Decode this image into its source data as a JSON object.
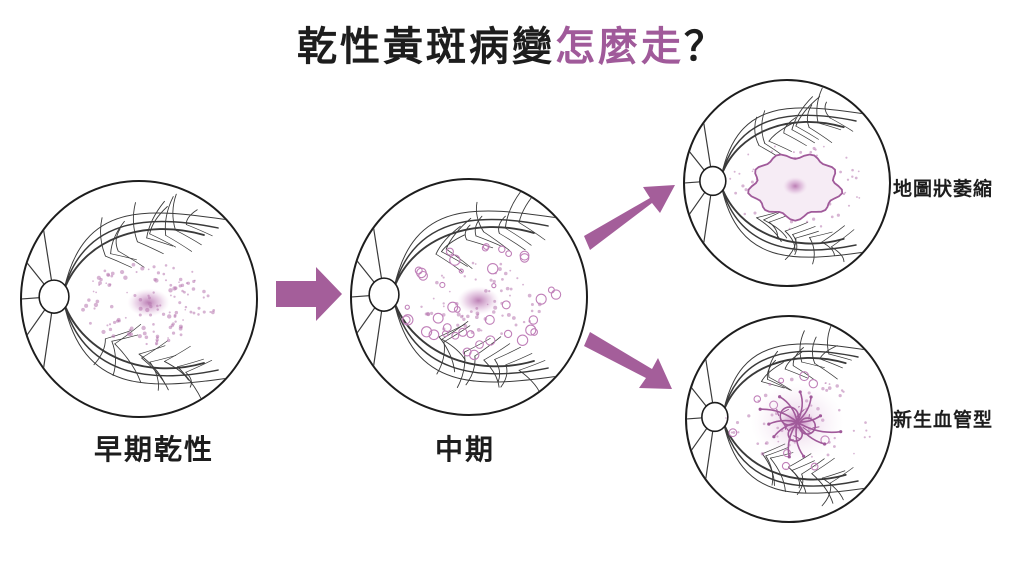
{
  "title": {
    "main": "乾性黃斑病變",
    "highlight": "怎麼走",
    "end": "？"
  },
  "stages": {
    "early": "早期乾性",
    "intermediate": "中期",
    "geographic": "地圖狀萎縮",
    "neovascular": "新生血管型"
  },
  "colors": {
    "accent": "#a05a9a",
    "arrow": "#a45e9a",
    "ink": "#1d1d1d",
    "vessel": "#3a3a3a"
  }
}
